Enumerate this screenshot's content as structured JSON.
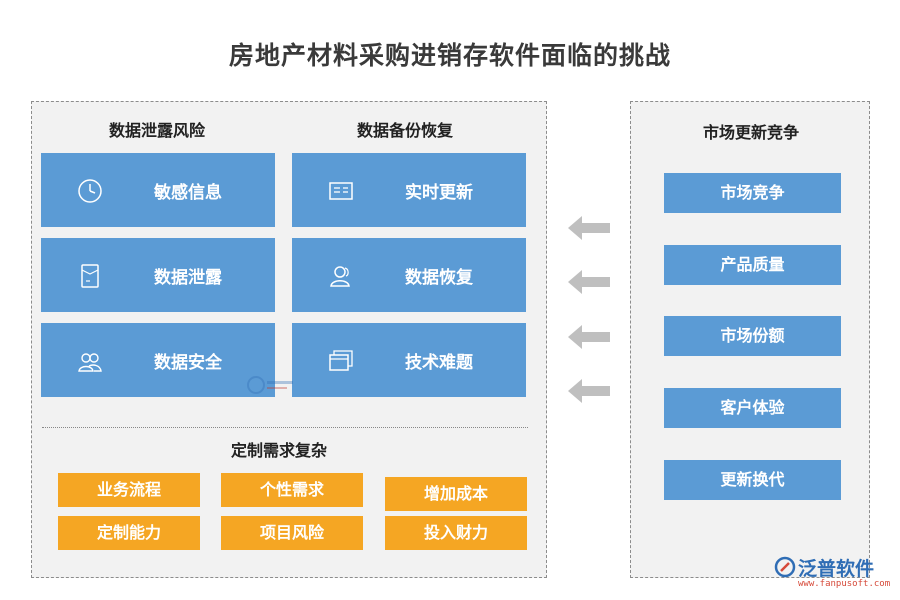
{
  "title": "房地产材料采购进销存软件面临的挑战",
  "left_panel": {
    "section1_heading": "数据泄露风险",
    "section2_heading": "数据备份恢复",
    "cards": [
      {
        "label": "敏感信息",
        "icon": "clock-icon"
      },
      {
        "label": "实时更新",
        "icon": "document-window-icon"
      },
      {
        "label": "数据泄露",
        "icon": "document-icon"
      },
      {
        "label": "数据恢复",
        "icon": "user-icon"
      },
      {
        "label": "数据安全",
        "icon": "users-icon"
      },
      {
        "label": "技术难题",
        "icon": "windows-icon"
      }
    ],
    "custom_heading": "定制需求复杂",
    "custom_items": [
      "业务流程",
      "个性需求",
      "增加成本",
      "定制能力",
      "项目风险",
      "投入财力"
    ]
  },
  "right_panel": {
    "heading": "市场更新竞争",
    "items": [
      "市场竞争",
      "产品质量",
      "市场份额",
      "客户体验",
      "更新换代"
    ]
  },
  "brand": {
    "name": "泛普软件",
    "url": "www.fanpusoft.com"
  },
  "colors": {
    "blue": "#5b9bd5",
    "orange": "#f5a623",
    "panel": "#f2f2f2",
    "arrow": "#bfbfbf"
  }
}
